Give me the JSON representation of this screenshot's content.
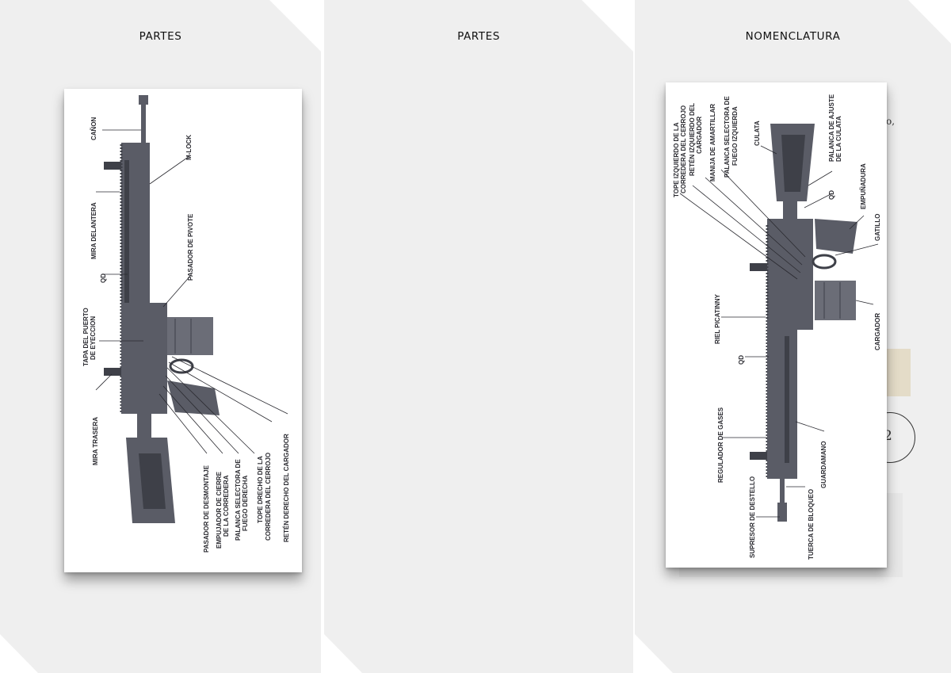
{
  "panels": [
    {
      "title": "PARTES",
      "image": {
        "description_icon": "rifle-diagram-icon",
        "callouts": [
          "CAÑON",
          "M-LOCK",
          "MIRA DELANTERA",
          "PASADOR DE PIVOTE",
          "QD",
          "TAPA DEL PUERTO",
          "DE EYECCION",
          "MIRA TRASERA",
          "PASADOR DE DESMONTAJE",
          "EMPUJADOR DE CIERRE",
          "DE LA CORREDERA",
          "PALANCA SELECTORA DE",
          "FUEGO DERECHA",
          "TOPE DRECHO DE LA",
          "CORREDERA DEL CERROJO",
          "RETÉN DERECHO DEL CARGADOR"
        ]
      }
    },
    {
      "title": "PARTES"
    },
    {
      "title": "NOMENCLATURA",
      "image": {
        "description_icon": "rifle-diagram-icon",
        "callouts": [
          "TOPE IZQUIERDO DE LA",
          "CORREDERA DEL CERROJO",
          "RETÉN IZQUIERDO DEL",
          "CARGADOR",
          "MANIJA DE AMARTILLAR",
          "PALANCA SELECTORA DE",
          "FUEGO IZQUIERDA",
          "CULATA",
          "PALANCA DE AJUSTE",
          "DE LA CULATA",
          "QD",
          "EMPUÑADURA",
          "GATILLO",
          "RIEL PICATINNY",
          "CARGADOR",
          "QD",
          "REGULADOR DE GASES",
          "GUARDAMANO",
          "SUPRESOR DE DESTELLO",
          "TUERCA DE BLOQUEO"
        ]
      },
      "peek_text": [
        "o,",
        "2"
      ]
    }
  ],
  "colors": {
    "panel_bg": "#efefef",
    "page_bg": "#ffffff",
    "rifle": "#5a5c66",
    "rifle_dark": "#3e4048"
  }
}
